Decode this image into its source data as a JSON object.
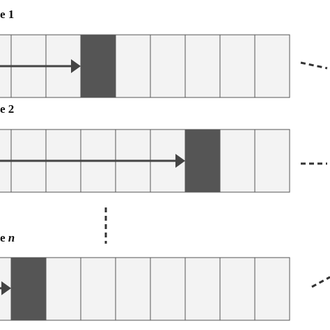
{
  "rows": [
    {
      "label": "e 1",
      "label_main": "e",
      "label_index": "1",
      "index_italic": false,
      "cells": 8,
      "highlight_cell": 2
    },
    {
      "label": "e 2",
      "label_main": "e",
      "label_index": "2",
      "index_italic": false,
      "cells": 8,
      "highlight_cell": 5
    },
    {
      "label": "e n",
      "label_main": "e",
      "label_index": "n",
      "index_italic": true,
      "cells": 8,
      "highlight_cell": 0
    }
  ],
  "colors": {
    "cell_fill": "#f3f3f3",
    "cell_stroke": "#555555",
    "highlight_fill": "#555555",
    "arrow": "#444444",
    "dash": "#333333"
  },
  "icons": {
    "arrow": "right-arrow-icon",
    "ellipsis": "dashed-continuation-icon"
  }
}
